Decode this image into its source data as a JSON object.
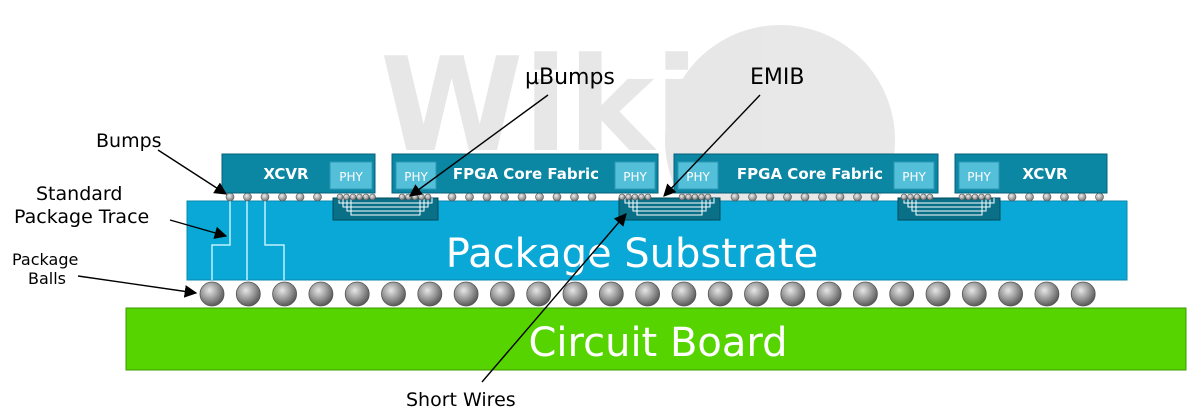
{
  "diagram": {
    "title": "",
    "watermark": "Wiki",
    "labels": {
      "bumps": "Bumps",
      "std_trace_1": "Standard",
      "std_trace_2": "Package Trace",
      "pkg_balls_1": "Package",
      "pkg_balls_2": "Balls",
      "ubumps": "µBumps",
      "emib": "EMIB",
      "short_wires": "Short Wires"
    },
    "substrate": {
      "label": "Package Substrate",
      "color": "#0aa8d6"
    },
    "board": {
      "label": "Circuit Board",
      "color": "#55d400"
    },
    "dies": [
      {
        "name": "XCVR",
        "phy": "PHY"
      },
      {
        "name": "FPGA Core Fabric",
        "phy_left": "PHY",
        "phy_right": "PHY"
      },
      {
        "name": "FPGA Core Fabric",
        "phy_left": "PHY",
        "phy_right": "PHY"
      },
      {
        "name": "XCVR",
        "phy": "PHY"
      }
    ],
    "colors": {
      "die": "#0b86a3",
      "phy": "#53bfd9",
      "bridge": "#0a7088",
      "ball": "#9a9a9a"
    }
  }
}
